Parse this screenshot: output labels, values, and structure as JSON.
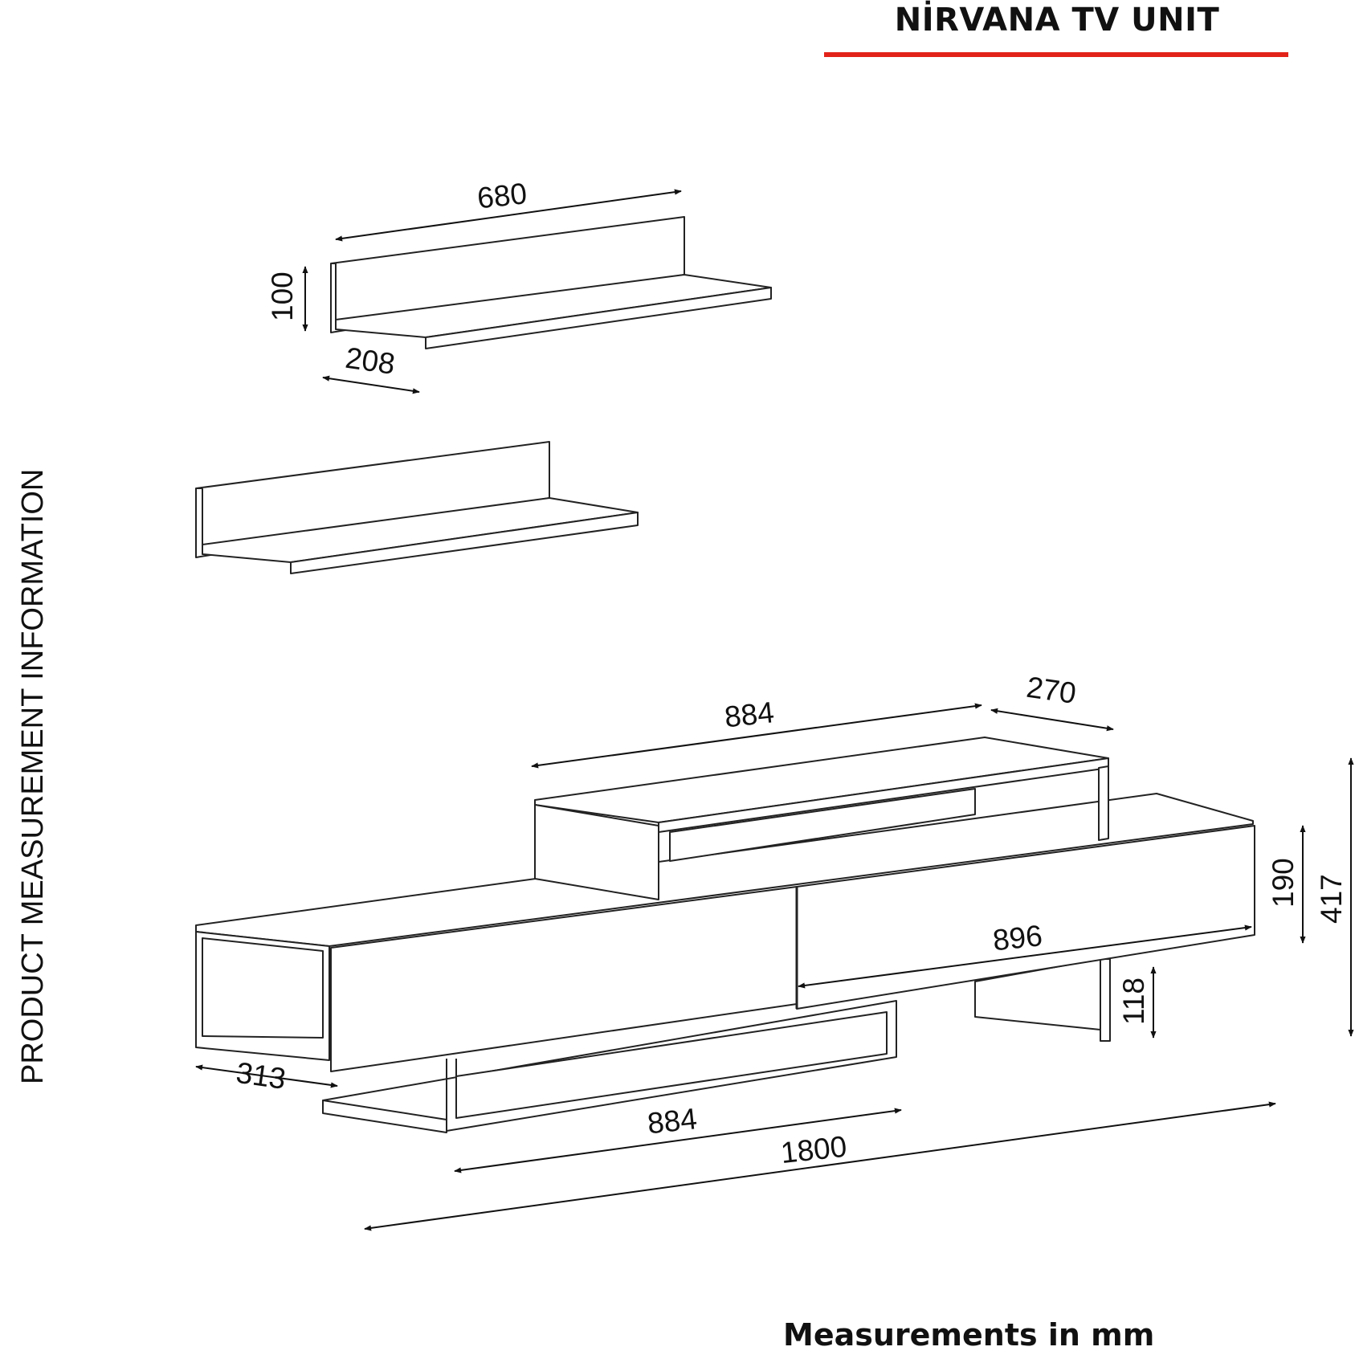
{
  "header": {
    "title": "NİRVANA TV UNIT",
    "accent_color": "#e2231a"
  },
  "side_label": "PRODUCT MEASUREMENT INFORMATION",
  "footer": "Measurements in mm",
  "dimensions": {
    "shelf_width": "680",
    "shelf_height": "100",
    "shelf_depth": "208",
    "top_module_width": "884",
    "top_module_depth": "270",
    "drawer_width": "896",
    "upper_height": "190",
    "total_height": "417",
    "leg_height": "118",
    "side_depth": "313",
    "bottom_width": "884",
    "total_width": "1800"
  }
}
